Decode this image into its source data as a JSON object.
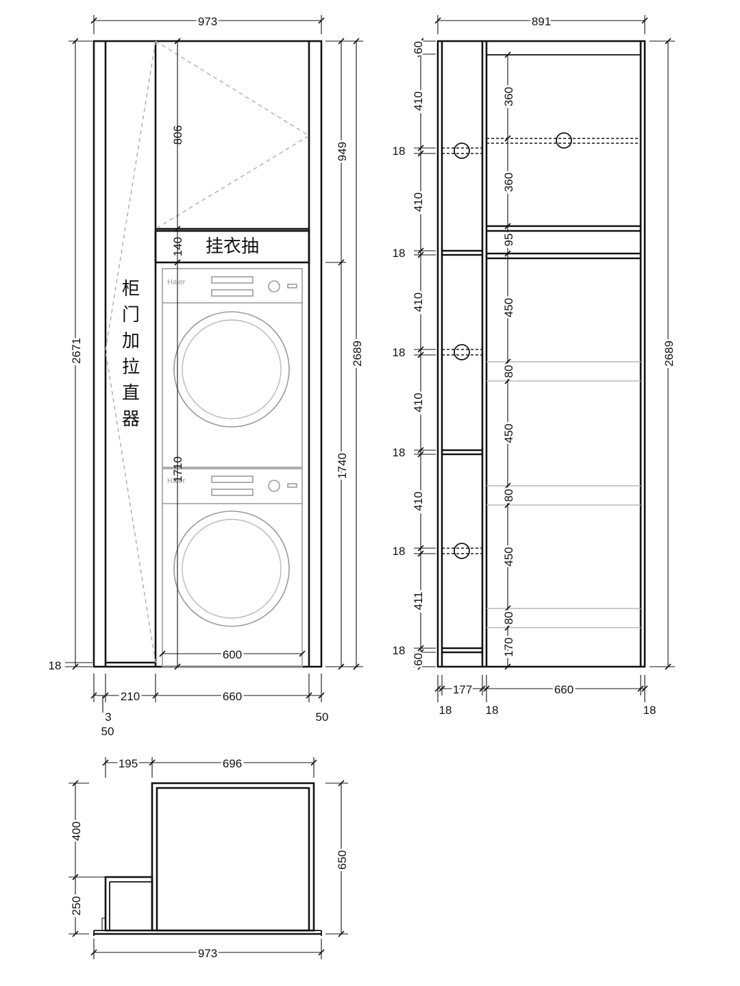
{
  "front_view": {
    "overall_width": "973",
    "overall_height_left": "2671",
    "overall_height_right": "2689",
    "top_cabinet_height": "806",
    "upper_section": "949",
    "lower_section": "1740",
    "rail_height": "140",
    "appliance_height": "1710",
    "appliance_width": "600",
    "base": "18",
    "col_door": "210",
    "col_main": "660",
    "side_left": "3",
    "side_left2": "50",
    "side_right": "50",
    "rail_label": "挂衣抽",
    "door_note": "柜门加拉直器",
    "brand": "Haier"
  },
  "side_view": {
    "overall_width": "891",
    "overall_height": "2689",
    "left_dims": [
      "60",
      "410",
      "18",
      "410",
      "18",
      "410",
      "18",
      "410",
      "18",
      "410",
      "18",
      "411",
      "18",
      "60"
    ],
    "inner_dims": [
      "360",
      "360",
      "95",
      "450",
      "80",
      "450",
      "80",
      "450",
      "80",
      "170"
    ],
    "bottom_dims": {
      "narrow": "177",
      "wide": "660",
      "panel_a": "18",
      "panel_b": "18",
      "panel_c": "18"
    }
  },
  "plan_view": {
    "top_left": "195",
    "top_right": "696",
    "left_upper": "400",
    "left_lower": "250",
    "right_height": "650",
    "bottom_width": "973"
  }
}
